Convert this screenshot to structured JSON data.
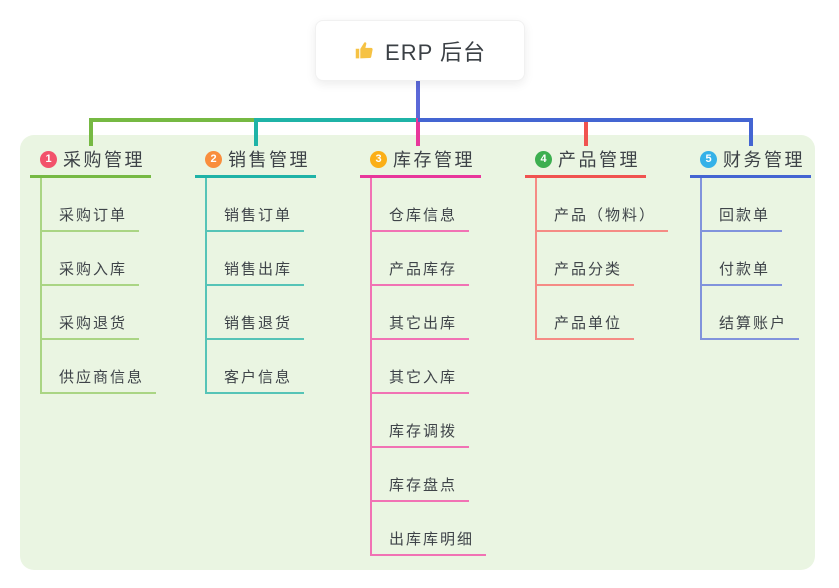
{
  "root": {
    "label": "ERP 后台",
    "icon": "thumbs-up",
    "icon_color": "#f6c244",
    "connector_color": "#5b68d8"
  },
  "panel": {
    "background": "#eaf5e2"
  },
  "branches": [
    {
      "index": "1",
      "label": "采购管理",
      "badge_color": "#f2526b",
      "line_color": "#76b943",
      "child_line_color": "#aad584",
      "children": [
        "采购订单",
        "采购入库",
        "采购退货",
        "供应商信息"
      ]
    },
    {
      "index": "2",
      "label": "销售管理",
      "badge_color": "#f98e3d",
      "line_color": "#1fb3a7",
      "child_line_color": "#56c4b7",
      "children": [
        "销售订单",
        "销售出库",
        "销售退货",
        "客户信息"
      ]
    },
    {
      "index": "3",
      "label": "库存管理",
      "badge_color": "#fbaf17",
      "line_color": "#e8379b",
      "child_line_color": "#f172b4",
      "children": [
        "仓库信息",
        "产品库存",
        "其它出库",
        "其它入库",
        "库存调拨",
        "库存盘点",
        "出库库明细"
      ]
    },
    {
      "index": "4",
      "label": "产品管理",
      "badge_color": "#3daf50",
      "line_color": "#f05350",
      "child_line_color": "#f58b85",
      "children": [
        "产品（物料）",
        "产品分类",
        "产品单位"
      ]
    },
    {
      "index": "5",
      "label": "财务管理",
      "badge_color": "#35b1e8",
      "line_color": "#4465d2",
      "child_line_color": "#8193dc",
      "children": [
        "回款单",
        "付款单",
        "结算账户"
      ]
    }
  ]
}
